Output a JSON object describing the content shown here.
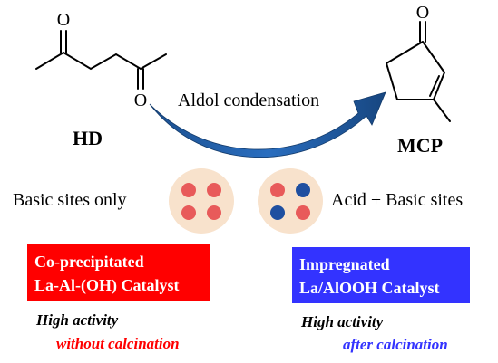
{
  "reaction": {
    "reactant_label": "HD",
    "product_label": "MCP",
    "process_label": "Aldol condensation"
  },
  "sites": {
    "left_label": "Basic sites only",
    "right_label": "Acid + Basic sites"
  },
  "catalysts": {
    "left": {
      "line1": "Co-precipitated",
      "line2": "La-Al-(OH) Catalyst",
      "color": "#ff0000"
    },
    "right": {
      "line1": "Impregnated",
      "line2": "La/AlOOH Catalyst",
      "color": "#3333ff"
    }
  },
  "activity": {
    "left_line1": "High activity",
    "left_line2": "without calcination",
    "left_line2_color": "#ff0000",
    "right_line1": "High activity",
    "right_line2": "after calcination",
    "right_line2_color": "#3333ff"
  },
  "colors": {
    "arrow": "#1f5fa8",
    "site_disc": "#f8e2cc",
    "basic_site": "#e85a5a",
    "acid_site": "#1f4fa0"
  }
}
